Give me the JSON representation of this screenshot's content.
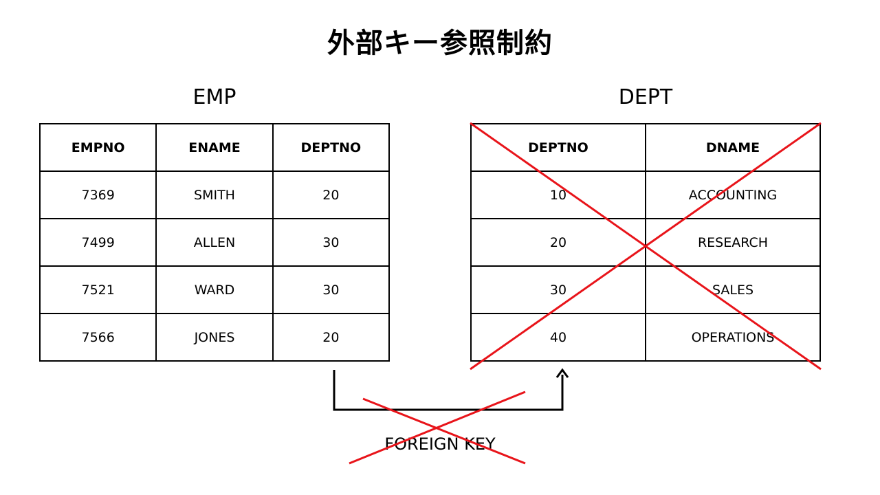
{
  "title": "外部キー参照制約",
  "emp": {
    "name": "EMP",
    "columns": [
      "EMPNO",
      "ENAME",
      "DEPTNO"
    ],
    "rows": [
      [
        "7369",
        "SMITH",
        "20"
      ],
      [
        "7499",
        "ALLEN",
        "30"
      ],
      [
        "7521",
        "WARD",
        "30"
      ],
      [
        "7566",
        "JONES",
        "20"
      ]
    ]
  },
  "dept": {
    "name": "DEPT",
    "columns": [
      "DEPTNO",
      "DNAME"
    ],
    "rows": [
      [
        "10",
        "ACCOUNTING"
      ],
      [
        "20",
        "RESEARCH"
      ],
      [
        "30",
        "SALES"
      ],
      [
        "40",
        "OPERATIONS"
      ]
    ]
  },
  "foreign_key_label": "FOREIGN KEY",
  "colors": {
    "cross": "#e8141a",
    "line": "#000000"
  }
}
